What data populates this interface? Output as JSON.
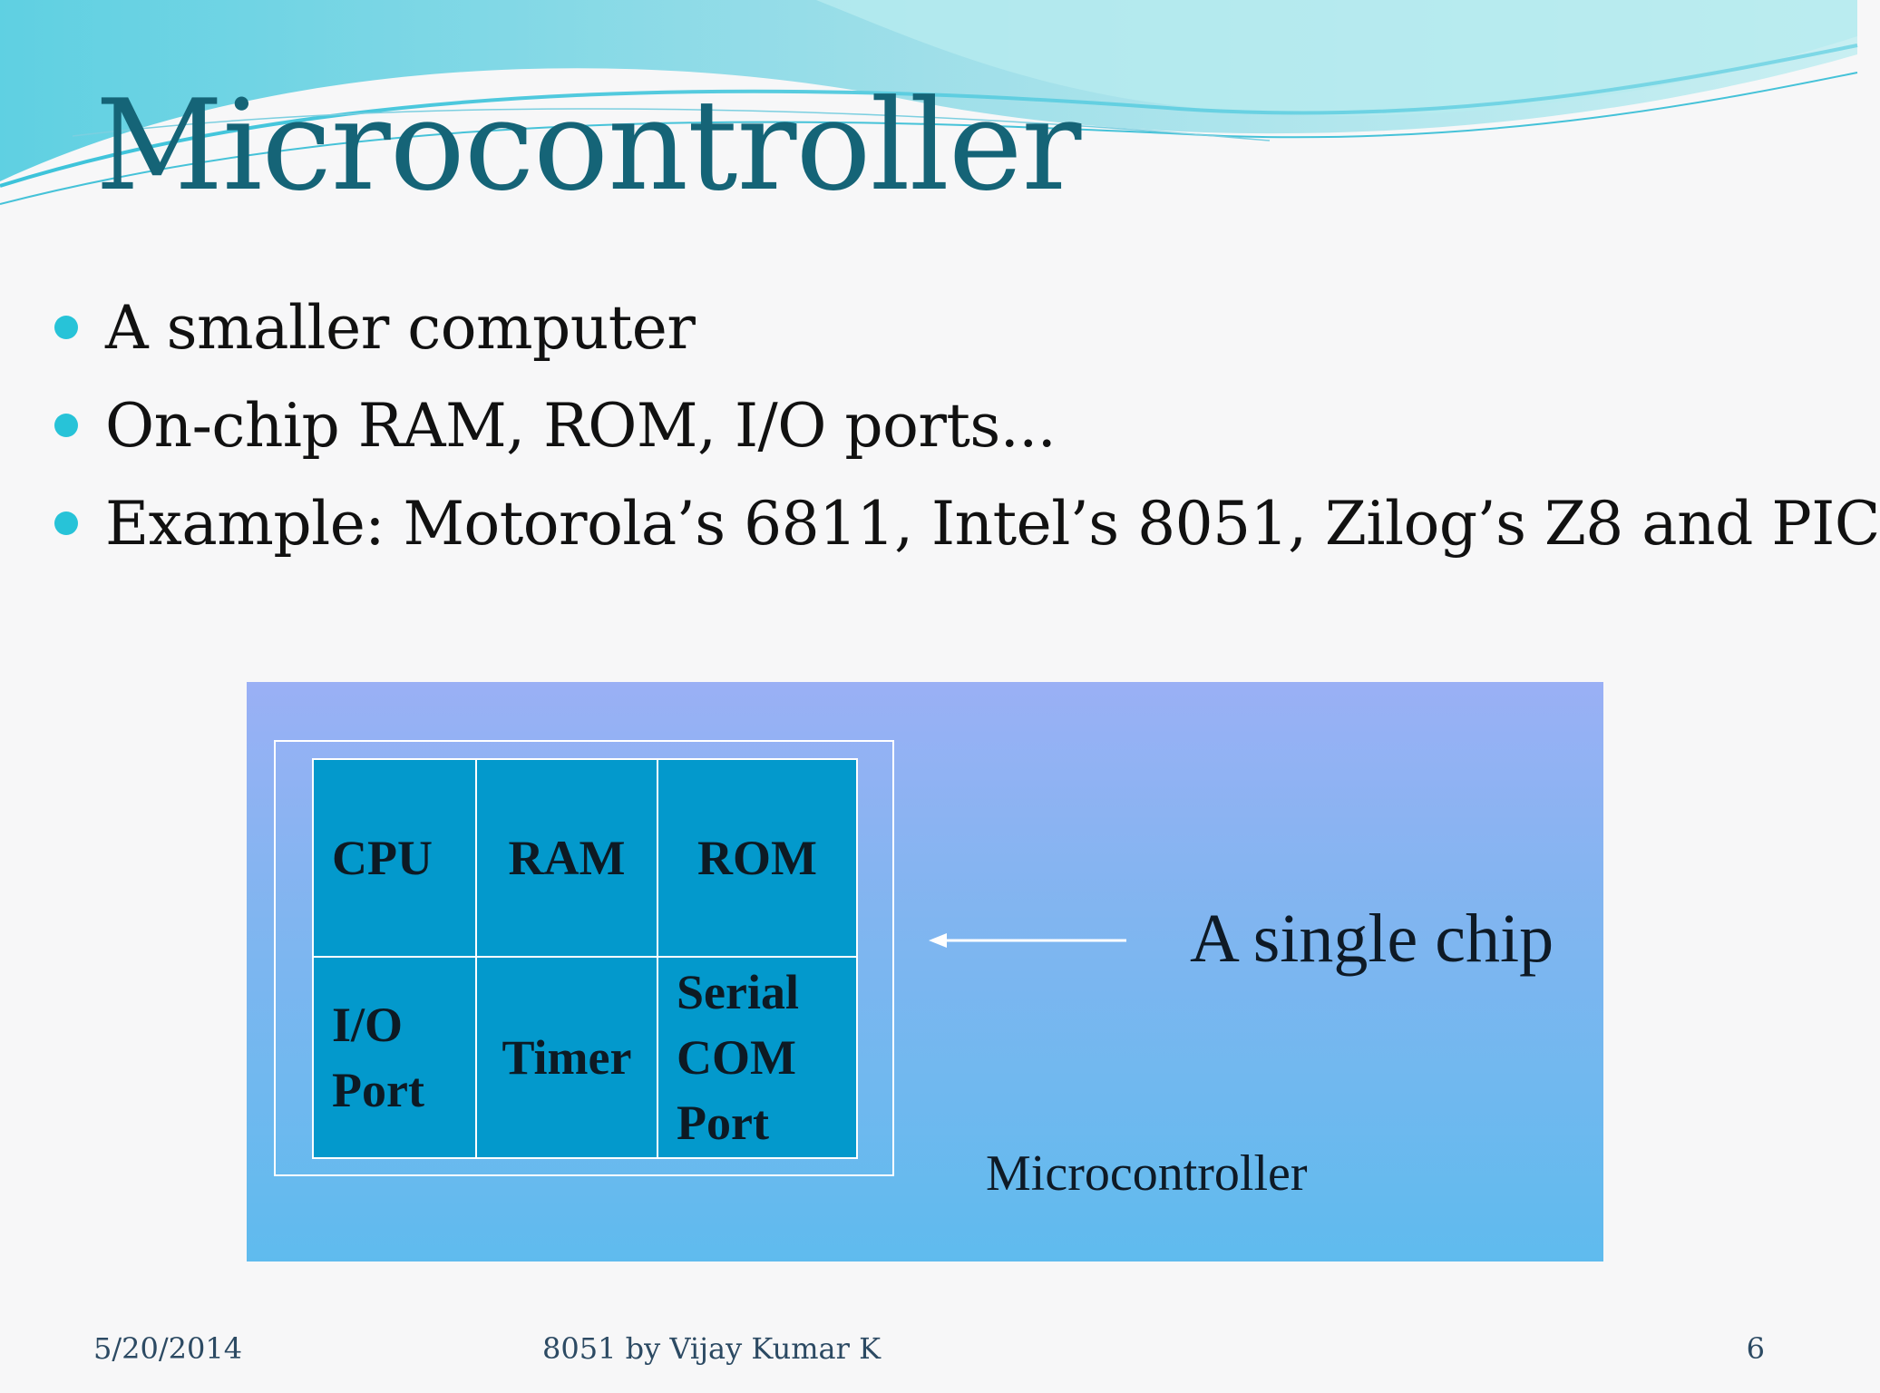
{
  "slide": {
    "title": "Microcontroller",
    "bullets": [
      "A smaller computer",
      "On-chip RAM, ROM, I/O ports...",
      "Example: Motorola’s 6811, Intel’s 8051, Zilog’s Z8 and PIC"
    ]
  },
  "diagram": {
    "cells": [
      "CPU",
      "RAM",
      "ROM",
      "I/O\nPort",
      "Timer",
      "Serial\nCOM\nPort"
    ],
    "single_chip_label": "A single  chip",
    "caption": "Microcontroller"
  },
  "footer": {
    "date": "5/20/2014",
    "center": "8051 by Vijay Kumar K",
    "page_number": "6"
  },
  "colors": {
    "title": "#156477",
    "bullet_dot": "#27c3d8",
    "chip_cell": "#0399cc",
    "diagram_top": "#9ab0f5",
    "diagram_bottom": "#5fbbee"
  },
  "icons": {
    "bullet": "filled-circle",
    "pointer": "left-arrow"
  }
}
